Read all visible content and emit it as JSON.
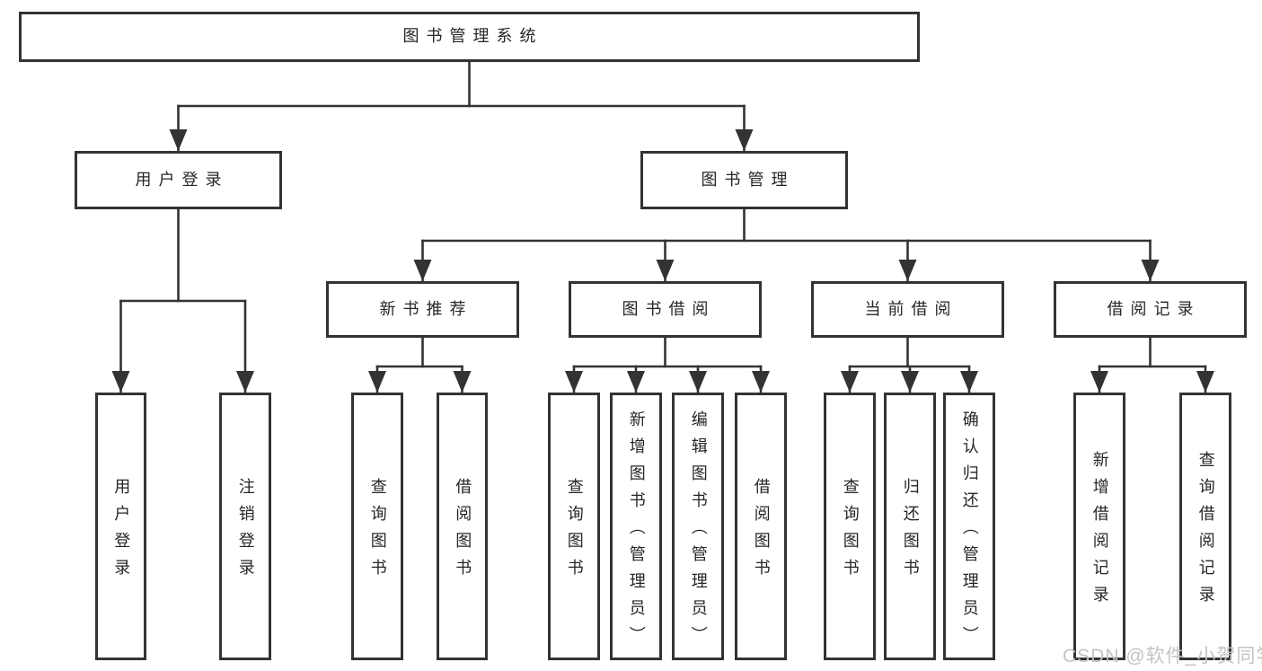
{
  "colors": {
    "line": "#333333",
    "border": "#333333",
    "text": "#262626",
    "bg": "#ffffff",
    "watermark": "#c3c3c3"
  },
  "watermark": {
    "text": "CSDN @软件_小贺同学"
  },
  "nodes": {
    "root": "图书管理系统",
    "user_login": "用户登录",
    "book_mgmt": "图书管理",
    "new_book_rec": "新书推荐",
    "book_borrow": "图书借阅",
    "current_borrow": "当前借阅",
    "borrow_record": "借阅记录",
    "ul_user_login": "用户登录",
    "ul_logout": "注销登录",
    "nb_query_books": "查询图书",
    "nb_borrow_books": "借阅图书",
    "bb_query_books": "查询图书",
    "bb_add_books": "新增图书（管理员）",
    "bb_edit_books": "编辑图书（管理员）",
    "bb_borrow_books": "借阅图书",
    "cb_query_books": "查询图书",
    "cb_return_books": "归还图书",
    "cb_confirm_return": "确认归还（管理员）",
    "br_add_record": "新增借阅记录",
    "br_query_record": "查询借阅记录"
  },
  "hierarchy": {
    "图书管理系统": {
      "用户登录": [
        "用户登录",
        "注销登录"
      ],
      "图书管理": {
        "新书推荐": [
          "查询图书",
          "借阅图书"
        ],
        "图书借阅": [
          "查询图书",
          "新增图书（管理员）",
          "编辑图书（管理员）",
          "借阅图书"
        ],
        "当前借阅": [
          "查询图书",
          "归还图书",
          "确认归还（管理员）"
        ],
        "借阅记录": [
          "新增借阅记录",
          "查询借阅记录"
        ]
      }
    }
  }
}
